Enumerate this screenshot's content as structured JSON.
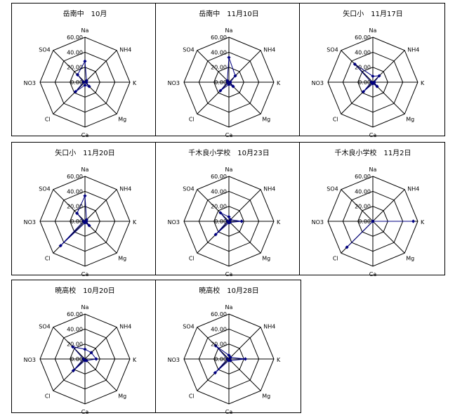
{
  "axes": [
    "Na",
    "NH4",
    "K",
    "Mg",
    "Ca",
    "Cl",
    "NO3",
    "SO4"
  ],
  "ticks": [
    "0.00",
    "20.00",
    "40.00",
    "60.00"
  ],
  "rmax": 60,
  "colors": {
    "grid": "#000000",
    "series": "#000080",
    "text": "#000000"
  },
  "chart_data": [
    {
      "type": "radar",
      "title": "岳南中　10月",
      "categories": [
        "Na",
        "NH4",
        "K",
        "Mg",
        "Ca",
        "Cl",
        "NO3",
        "SO4"
      ],
      "values": [
        28,
        3,
        2,
        8,
        4,
        18,
        2,
        14
      ],
      "rlim": [
        0,
        60
      ],
      "grid": true
    },
    {
      "type": "radar",
      "title": "岳南中　11月10日",
      "categories": [
        "Na",
        "NH4",
        "K",
        "Mg",
        "Ca",
        "Cl",
        "NO3",
        "SO4"
      ],
      "values": [
        33,
        12,
        2,
        8,
        3,
        16,
        2,
        3
      ],
      "rlim": [
        0,
        60
      ],
      "grid": true
    },
    {
      "type": "radar",
      "title": "矢口小　11月17日",
      "categories": [
        "Na",
        "NH4",
        "K",
        "Mg",
        "Ca",
        "Cl",
        "NO3",
        "SO4"
      ],
      "values": [
        8,
        12,
        2,
        8,
        2,
        18,
        2,
        34
      ],
      "rlim": [
        0,
        60
      ],
      "grid": true
    },
    {
      "type": "radar",
      "title": "矢口小　11月20日",
      "categories": [
        "Na",
        "NH4",
        "K",
        "Mg",
        "Ca",
        "Cl",
        "NO3",
        "SO4"
      ],
      "values": [
        34,
        3,
        2,
        8,
        2,
        46,
        2,
        15
      ],
      "rlim": [
        0,
        60
      ],
      "grid": true
    },
    {
      "type": "radar",
      "title": "千木良小学校　10月23日",
      "categories": [
        "Na",
        "NH4",
        "K",
        "Mg",
        "Ca",
        "Cl",
        "NO3",
        "SO4"
      ],
      "values": [
        6,
        3,
        17,
        2,
        2,
        25,
        2,
        16
      ],
      "rlim": [
        0,
        60
      ],
      "grid": true
    },
    {
      "type": "radar",
      "title": "千木良小学校　11月2日",
      "categories": [
        "Na",
        "NH4",
        "K",
        "Mg",
        "Ca",
        "Cl",
        "NO3",
        "SO4"
      ],
      "values": [
        0,
        0,
        54,
        0,
        0,
        49,
        0,
        0
      ],
      "rlim": [
        0,
        60
      ],
      "grid": true
    },
    {
      "type": "radar",
      "title": "暁高校　10月20日",
      "categories": [
        "Na",
        "NH4",
        "K",
        "Mg",
        "Ca",
        "Cl",
        "NO3",
        "SO4"
      ],
      "values": [
        13,
        12,
        15,
        3,
        2,
        22,
        2,
        23
      ],
      "rlim": [
        0,
        60
      ],
      "grid": true
    },
    {
      "type": "radar",
      "title": "暁高校　10月28日",
      "categories": [
        "Na",
        "NH4",
        "K",
        "Mg",
        "Ca",
        "Cl",
        "NO3",
        "SO4"
      ],
      "values": [
        5,
        3,
        22,
        3,
        2,
        26,
        2,
        25
      ],
      "rlim": [
        0,
        60
      ],
      "grid": true
    }
  ]
}
